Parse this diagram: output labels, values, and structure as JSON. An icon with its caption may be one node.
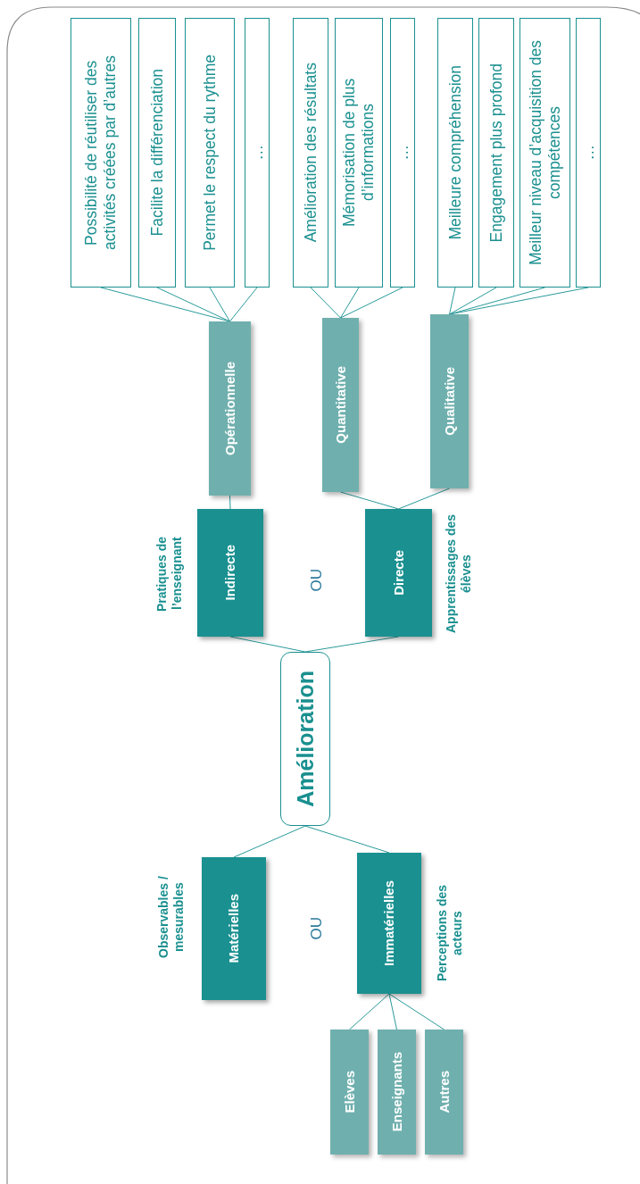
{
  "diagram": {
    "nodes": [
      {
        "text": [
          "Amélioration"
        ]
      },
      {
        "text": [
          "Matérielles"
        ],
        "beside": [
          "Observables / mesurables"
        ]
      },
      {
        "text": [
          "Immatérielles"
        ],
        "beside": [
          "Perceptions des acteurs"
        ]
      },
      {
        "text": [
          "Elèves"
        ]
      },
      {
        "text": [
          "Enseignants"
        ]
      },
      {
        "text": [
          "Autres"
        ]
      },
      {
        "text": [
          "Indirecte"
        ],
        "beside": [
          "Pratiques de l’enseignant"
        ]
      },
      {
        "text": [
          "Directe"
        ],
        "beside": [
          "Apprentissages des élèves"
        ]
      },
      {
        "text": [
          "Opérationnelle"
        ]
      },
      {
        "text": [
          "Quantitative"
        ]
      },
      {
        "text": [
          "Qualitative"
        ]
      },
      {
        "text": [
          "Possibilité de réutiliser des activités créées par d’autres"
        ]
      },
      {
        "text": [
          "Facilite la différenciation"
        ]
      },
      {
        "text": [
          "Permet le respect du rythme"
        ]
      },
      {
        "text": [
          "…"
        ]
      },
      {
        "text": [
          "Amélioration des résultats"
        ]
      },
      {
        "text": [
          "Mémorisation de plus d’informations"
        ]
      },
      {
        "text": [
          "…"
        ]
      },
      {
        "text": [
          "Meilleure compréhension"
        ]
      },
      {
        "text": [
          "Engagement plus profond"
        ]
      },
      {
        "text": [
          "Meilleur niveau d’acquisition des compétences"
        ]
      },
      {
        "text": [
          "…"
        ]
      }
    ],
    "edges": [
      {
        "from": 0,
        "to": 1,
        "arrow": "none"
      },
      {
        "from": 0,
        "to": 2,
        "arrow": "none"
      },
      {
        "from": 2,
        "to": 3,
        "arrow": "none"
      },
      {
        "from": 2,
        "to": 4,
        "arrow": "none"
      },
      {
        "from": 2,
        "to": 5,
        "arrow": "none"
      },
      {
        "from": 0,
        "to": 6,
        "arrow": "none"
      },
      {
        "from": 0,
        "to": 7,
        "arrow": "none"
      },
      {
        "from": 6,
        "to": 8,
        "arrow": "none"
      },
      {
        "from": 7,
        "to": 9,
        "arrow": "none"
      },
      {
        "from": 7,
        "to": 10,
        "arrow": "none"
      },
      {
        "from": 8,
        "to": 11,
        "arrow": "none"
      },
      {
        "from": 8,
        "to": 12,
        "arrow": "none"
      },
      {
        "from": 8,
        "to": 13,
        "arrow": "none"
      },
      {
        "from": 8,
        "to": 14,
        "arrow": "none"
      },
      {
        "from": 9,
        "to": 15,
        "arrow": "none"
      },
      {
        "from": 9,
        "to": 16,
        "arrow": "none"
      },
      {
        "from": 9,
        "to": 17,
        "arrow": "none"
      },
      {
        "from": 10,
        "to": 18,
        "arrow": "none"
      },
      {
        "from": 10,
        "to": 19,
        "arrow": "none"
      },
      {
        "from": 10,
        "to": 20,
        "arrow": "none"
      },
      {
        "from": 10,
        "to": 21,
        "arrow": "none"
      }
    ],
    "labels": [
      "OU",
      "OU"
    ]
  }
}
